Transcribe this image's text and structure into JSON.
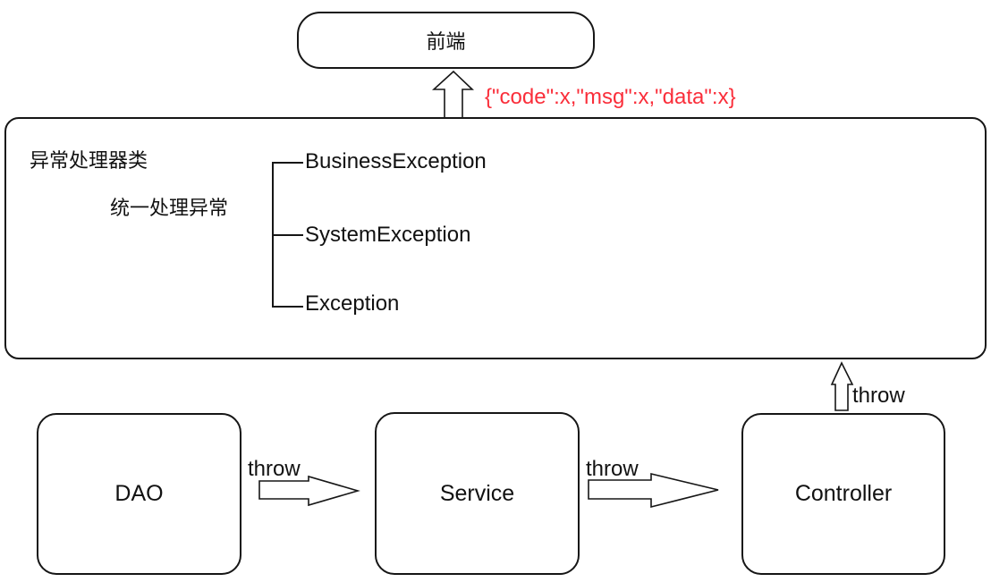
{
  "frontend": {
    "label": "前端"
  },
  "response": {
    "text": "{\"code\":x,\"msg\":x,\"data\":x}",
    "color": "#fa2e3a",
    "css": "color:#fa2e3a"
  },
  "handler": {
    "title": "异常处理器类",
    "subtitle": "统一处理异常",
    "exceptions": [
      "BusinessException",
      "SystemException",
      "Exception"
    ]
  },
  "layers": {
    "dao": "DAO",
    "service": "Service",
    "controller": "Controller"
  },
  "throws": {
    "dao_to_service": "throw",
    "service_to_controller": "throw",
    "controller_to_handler": "throw"
  }
}
